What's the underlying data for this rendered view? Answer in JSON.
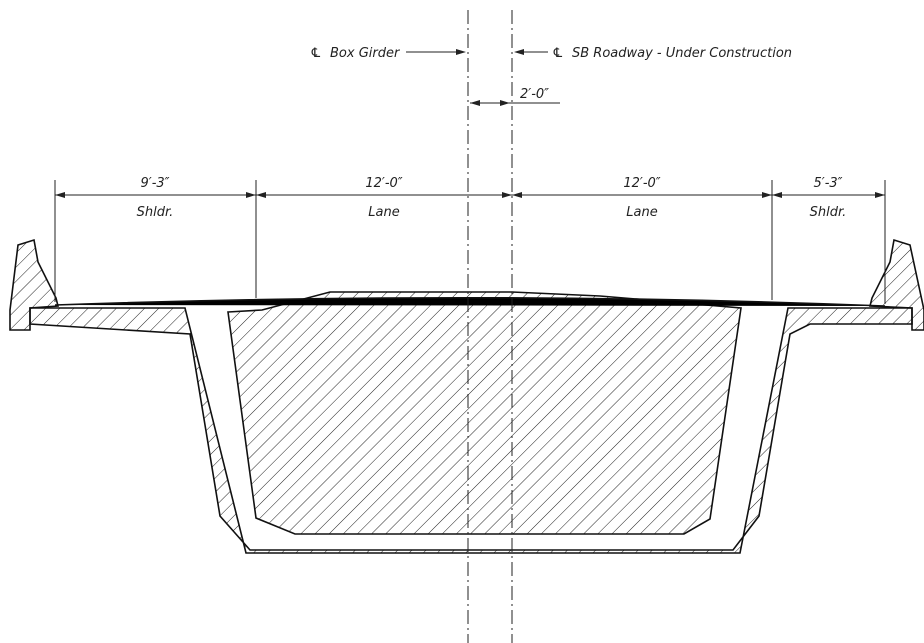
{
  "centerlines": {
    "box_girder_symbol": "℄",
    "box_girder_label": "Box Girder",
    "roadway_symbol": "℄",
    "roadway_label": "SB Roadway - Under Construction",
    "offset": "2′-0″"
  },
  "dimensions": [
    {
      "value": "9′-3″",
      "label": "Shldr."
    },
    {
      "value": "12′-0″",
      "label": "Lane"
    },
    {
      "value": "12′-0″",
      "label": "Lane"
    },
    {
      "value": "5′-3″",
      "label": "Shldr."
    }
  ]
}
